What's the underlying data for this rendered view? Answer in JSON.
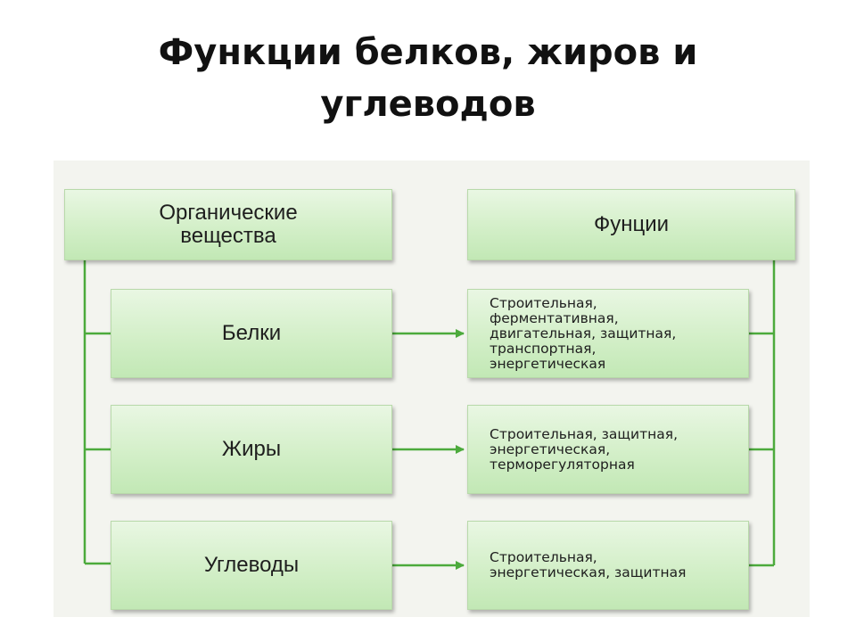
{
  "title": {
    "line1": "Функции белков, жиров и",
    "line2": "углеводов"
  },
  "diagram": {
    "left_header": "Органические\nвещества",
    "right_header": "Фунции",
    "rows": [
      {
        "substance": "Белки",
        "functions": "Строительная,\nферментативная,\nдвигательная, защитная,\nтранспортная,\nэнергетическая"
      },
      {
        "substance": "Жиры",
        "functions": "Строительная, защитная,\nэнергетическая,\nтерморегуляторная"
      },
      {
        "substance": "Углеводы",
        "functions": "Строительная,\nэнергетическая, защитная"
      }
    ],
    "colors": {
      "line": "#4caa3c",
      "box_light": "#e9f7e3",
      "box_dark": "#c2e8b5",
      "panel": "#f3f4ef"
    }
  }
}
